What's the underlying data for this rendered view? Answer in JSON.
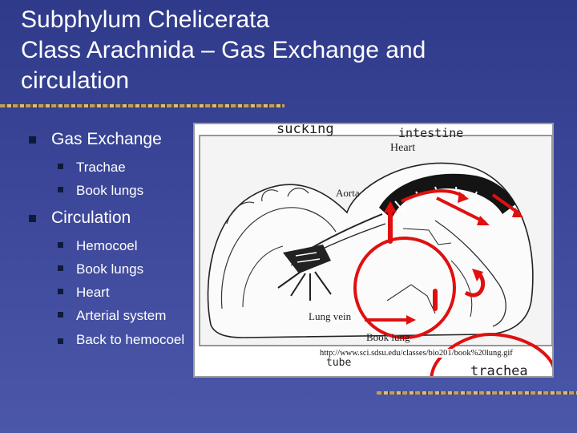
{
  "slide": {
    "title_lines": [
      "Subphylum Chelicerata",
      "Class Arachnida – Gas Exchange and",
      "circulation"
    ]
  },
  "bullets": {
    "gas_exchange": {
      "label": "Gas Exchange",
      "items": [
        "Trachae",
        "Book lungs"
      ]
    },
    "circulation": {
      "label": "Circulation",
      "items": [
        "Hemocoel",
        "Book lungs",
        "Heart",
        "Arterial system",
        "Back to hemocoel"
      ]
    }
  },
  "figure": {
    "labels": {
      "heart": "Heart",
      "aorta": "Aorta",
      "lung_vein": "Lung vein",
      "book_lung": "Book lung"
    },
    "handwritten": {
      "sucking": "sucking",
      "intestine": "intestine",
      "tube": "tube",
      "trachea": "trachea"
    },
    "source_url": "http://www.sci.sdsu.edu/classes/bio201/book%20lung.gif"
  },
  "colors": {
    "background": "#3c4799",
    "title_text": "#ffffff",
    "bullet_square": "#0e1a3a",
    "annotation_red": "#e01010"
  }
}
